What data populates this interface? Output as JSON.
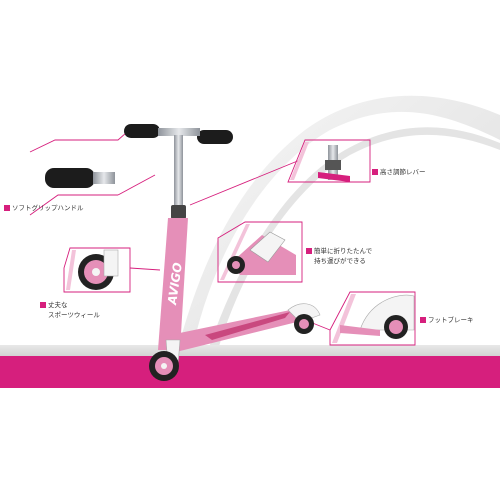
{
  "labels": {
    "soft_grip": "ソフトグリップハンドル",
    "height_lever": "高さ調節レバー",
    "folding_line1": "簡単に折りたたんで",
    "folding_line2": "持ち運びができる",
    "wheel_line1": "丈夫な",
    "wheel_line2": "スポーツウィール",
    "foot_brake": "フットブレーキ"
  },
  "deck_brand": "AVIGO",
  "colors": {
    "accent": "#d61f7d",
    "scooter_pink": "#e58fb8",
    "frame_white": "#f4f4f4",
    "grip_black": "#1c1c1c",
    "stem_silver": "#b8bcc2"
  },
  "icons": {
    "bullet": "pink-square-bullet"
  }
}
